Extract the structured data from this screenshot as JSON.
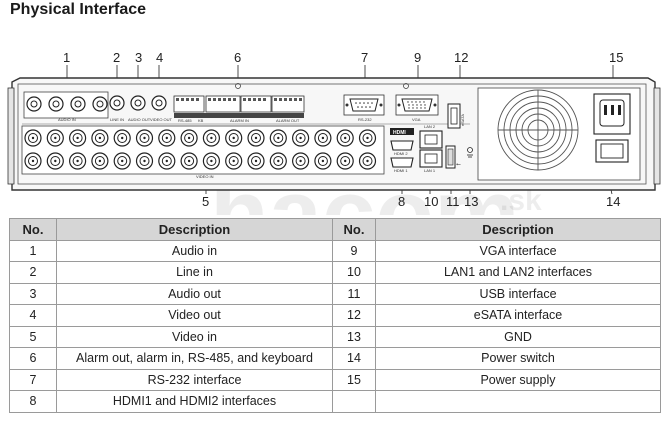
{
  "title": "Physical Interface",
  "callouts": [
    "1",
    "2",
    "3",
    "4",
    "5",
    "6",
    "7",
    "8",
    "9",
    "10",
    "11",
    "12",
    "13",
    "14",
    "15"
  ],
  "panel_labels": {
    "audio_in": "AUDIO IN",
    "line_in": "LINE IN",
    "audio_out": "AUDIO OUT",
    "video_out": "VIDEO OUT",
    "rs485": "RS-485",
    "kb": "KB",
    "alarm_in": "ALARM IN",
    "alarm_out": "ALARM OUT",
    "rs232": "RS-232",
    "vga": "VGA",
    "esata": "eSATA",
    "hdmi_logo": "HDMI",
    "hdmi2": "HDMI 2",
    "hdmi1": "HDMI 1",
    "lan2": "LAN 2",
    "lan1": "LAN 1",
    "video_in": "VIDEO IN"
  },
  "watermark": {
    "main": "hacom",
    "suffix": ".sk"
  },
  "table": {
    "headers": [
      "No.",
      "Description",
      "No.",
      "Description"
    ],
    "rows": [
      [
        "1",
        "Audio in",
        "9",
        "VGA interface"
      ],
      [
        "2",
        "Line in",
        "10",
        "LAN1 and LAN2 interfaces"
      ],
      [
        "3",
        "Audio out",
        "11",
        "USB interface"
      ],
      [
        "4",
        "Video out",
        "12",
        "eSATA interface"
      ],
      [
        "5",
        "Video in",
        "13",
        "GND"
      ],
      [
        "6",
        "Alarm out, alarm in, RS-485, and keyboard",
        "14",
        "Power switch"
      ],
      [
        "7",
        "RS-232 interface",
        "15",
        "Power supply"
      ],
      [
        "8",
        "HDMI1 and HDMI2 interfaces",
        "",
        ""
      ]
    ]
  }
}
